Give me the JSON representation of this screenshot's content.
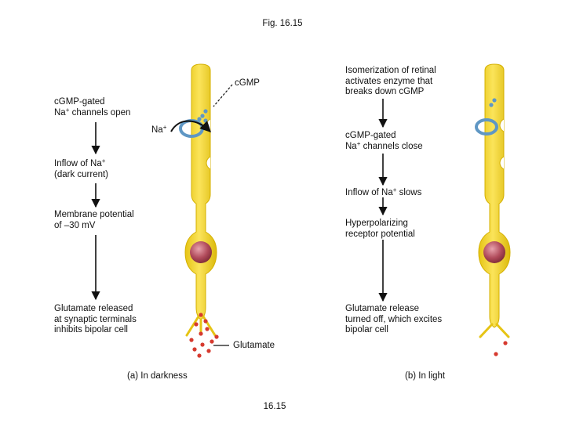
{
  "figure_title": "Fig. 16.15",
  "footer_label": "16.15",
  "darkness": {
    "caption": "(a) In darkness",
    "steps": [
      {
        "line1": "c",
        "line1b": "GMP-gated",
        "line2_pre": "Na",
        "line2_sup": "+",
        "line2_post": " channels open"
      },
      {
        "line1_pre": "Inflow of Na",
        "line1_sup": "+",
        "line2": "(dark current)"
      },
      {
        "line1": "Membrane potential",
        "line2": "of –30 mV"
      },
      {
        "line1": "Glutamate released",
        "line2": "at synaptic terminals",
        "line3": "inhibits bipolar cell"
      }
    ],
    "labels": {
      "cgmp": "cGMP",
      "na_pre": "Na",
      "na_sup": "+",
      "glutamate": "Glutamate"
    }
  },
  "light": {
    "caption": "(b) In light",
    "steps": [
      {
        "line1": "Isomerization of retinal",
        "line2": "activates enzyme that",
        "line3": "breaks down cGMP"
      },
      {
        "line1": "cGMP-gated",
        "line2_pre": "Na",
        "line2_sup": "+",
        "line2_post": " channels close"
      },
      {
        "line1_pre": "Inflow of Na",
        "line1_sup": "+",
        "line1_post": " slows"
      },
      {
        "line1": "Hyperpolarizing",
        "line2": "receptor potential"
      },
      {
        "line1": "Glutamate release",
        "line2": "turned off, which excites",
        "line3": "bipolar cell"
      }
    ]
  },
  "colors": {
    "rod_body": "#f2d321",
    "rod_edge": "#d9b800",
    "nucleus": "#b04a5a",
    "channel": "#5f97c4",
    "glutamate": "#d63a2f",
    "arrow": "#111111"
  }
}
